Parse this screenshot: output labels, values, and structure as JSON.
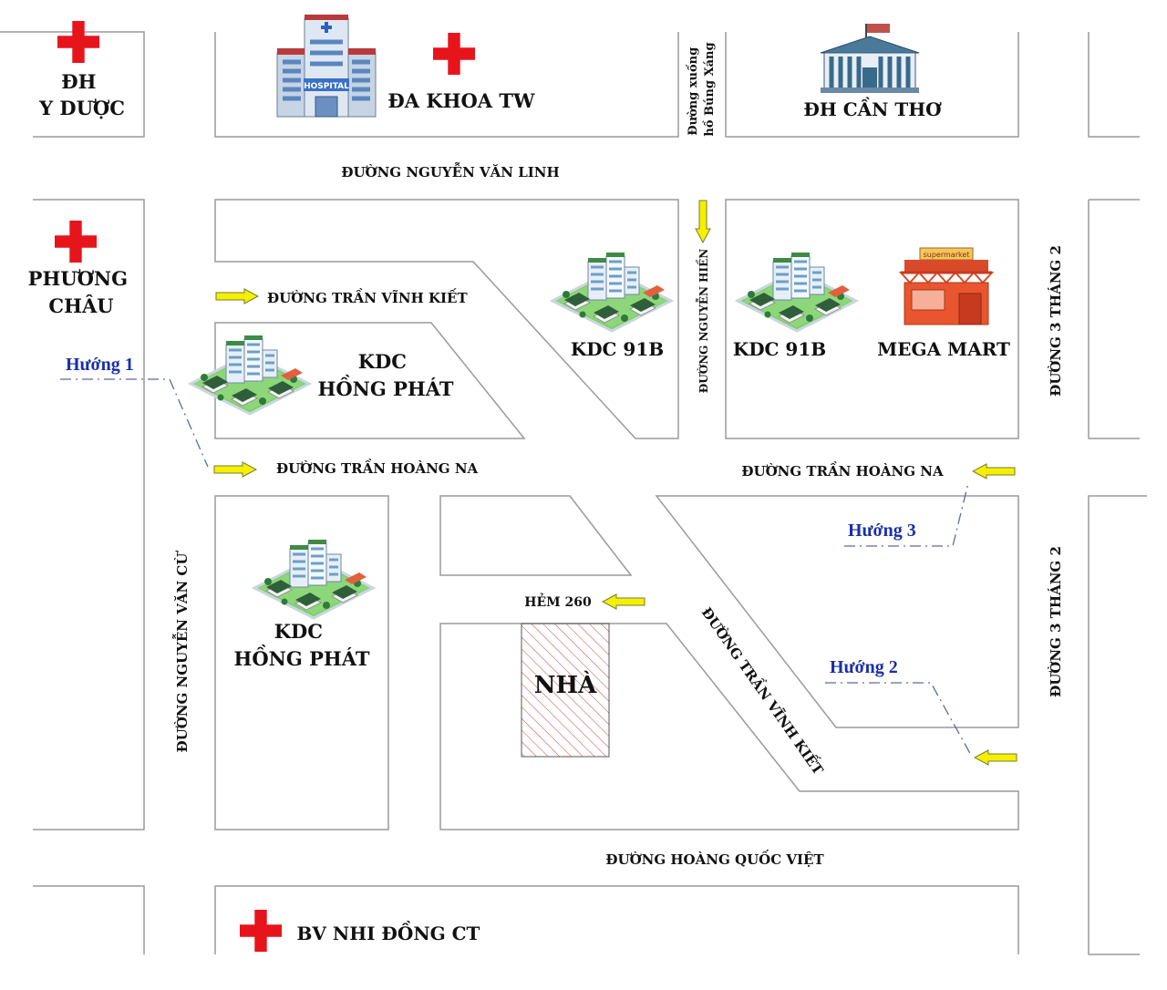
{
  "landmarks": {
    "dh_y_duoc": [
      "ĐH",
      "Y DƯỢC"
    ],
    "da_khoa_tw": "ĐA KHOA TW",
    "hospital_sign": "HOSPITAL",
    "dh_can_tho": "ĐH CẦN THƠ",
    "phuong_chau": [
      "PHƯƠNG",
      "CHÂU"
    ],
    "kdc_91b": "KDC 91B",
    "mega_mart": "MEGA MART",
    "supermarket_sign": "supermarket",
    "kdc_hong_phat": [
      "KDC",
      "HỒNG PHÁT"
    ],
    "home": "NHÀ",
    "bv_nhi_dong": "BV NHI ĐỒNG CT"
  },
  "streets": {
    "nguyen_van_linh": "ĐƯỜNG NGUYỄN VĂN LINH",
    "duong_xuong": [
      "Đường xuống",
      "hồ Búng Xáng"
    ],
    "nguyen_hien": "ĐƯỜNG NGUYỄN HIỀN",
    "tran_vinh_kiet": "ĐƯỜNG TRẦN VĨNH KIẾT",
    "tran_hoang_na": "ĐƯỜNG TRẦN HOÀNG NA",
    "three_thang_2": "ĐƯỜNG 3 THÁNG 2",
    "nguyen_van_cu": "ĐƯỜNG NGUYỄN VĂN CỪ",
    "hem_260": "HẺM 260",
    "hoang_quoc_viet": "ĐƯỜNG HOÀNG QUỐC VIỆT"
  },
  "directions": {
    "huong_1": "Hướng 1",
    "huong_2": "Hướng 2",
    "huong_3": "Hướng  3"
  },
  "colors": {
    "arrow": "#f5f000",
    "cross": "#e8141c",
    "direction_text": "#1a2fa8",
    "block_stroke": "#9a9a9a",
    "hatch": "#d04040"
  },
  "icons": {
    "cross": "red-cross-icon",
    "hospital": "hospital-building-icon",
    "university": "university-building-icon",
    "residential": "residential-area-icon",
    "supermarket": "supermarket-icon",
    "arrow": "yellow-arrow-icon"
  }
}
